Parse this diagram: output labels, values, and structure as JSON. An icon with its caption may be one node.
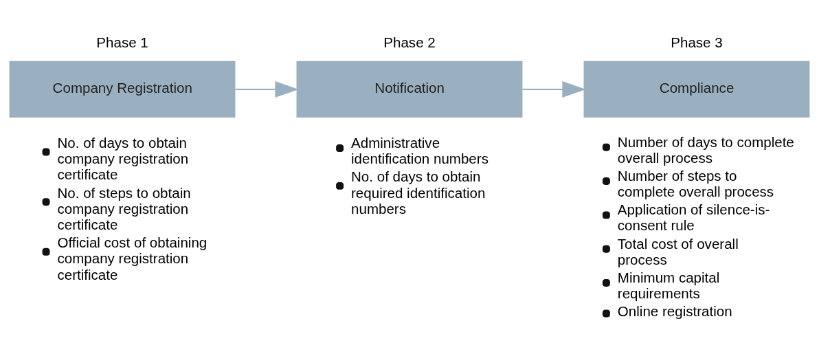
{
  "diagram": {
    "nodes": [
      {
        "text": [
          "Phase 1",
          "Company Registration"
        ],
        "beside": [
          "No. of days to obtain company registration certificate",
          "No. of steps to obtain company registration certificate",
          "Official cost of obtaining company registration certificate"
        ]
      },
      {
        "text": [
          "Phase 2",
          "Notification"
        ],
        "beside": [
          "Administrative identification numbers",
          "No. of days to obtain required identification numbers"
        ]
      },
      {
        "text": [
          "Phase 3",
          "Compliance"
        ],
        "beside": [
          "Number of days to complete overall process",
          "Number of steps to complete overall process",
          "Application of silence-is-consent rule",
          "Total cost of overall process",
          "Minimum capital requirements",
          "Online registration"
        ]
      }
    ],
    "edges": [
      {
        "from": 0,
        "to": 1,
        "arrow": "to"
      },
      {
        "from": 1,
        "to": 2,
        "arrow": "to"
      }
    ]
  }
}
